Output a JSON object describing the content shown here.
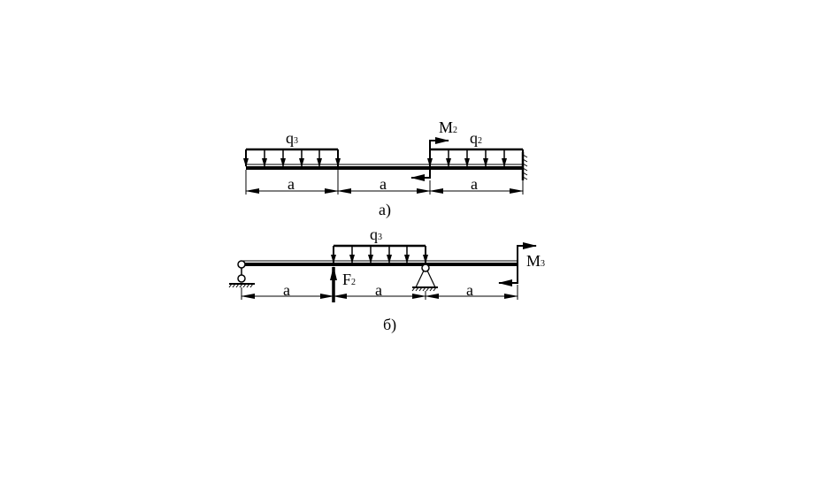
{
  "diagram_a": {
    "caption": "а)",
    "dist_load_left": {
      "symbol": "q",
      "subscript": "3"
    },
    "dist_load_right": {
      "symbol": "q",
      "subscript": "2"
    },
    "moment": {
      "symbol": "M",
      "subscript": "2"
    },
    "dims": [
      "a",
      "a",
      "a"
    ]
  },
  "diagram_b": {
    "caption": "б)",
    "dist_load": {
      "symbol": "q",
      "subscript": "3"
    },
    "force": {
      "symbol": "F",
      "subscript": "2"
    },
    "moment": {
      "symbol": "M",
      "subscript": "3"
    },
    "dims": [
      "a",
      "a",
      "a"
    ]
  }
}
